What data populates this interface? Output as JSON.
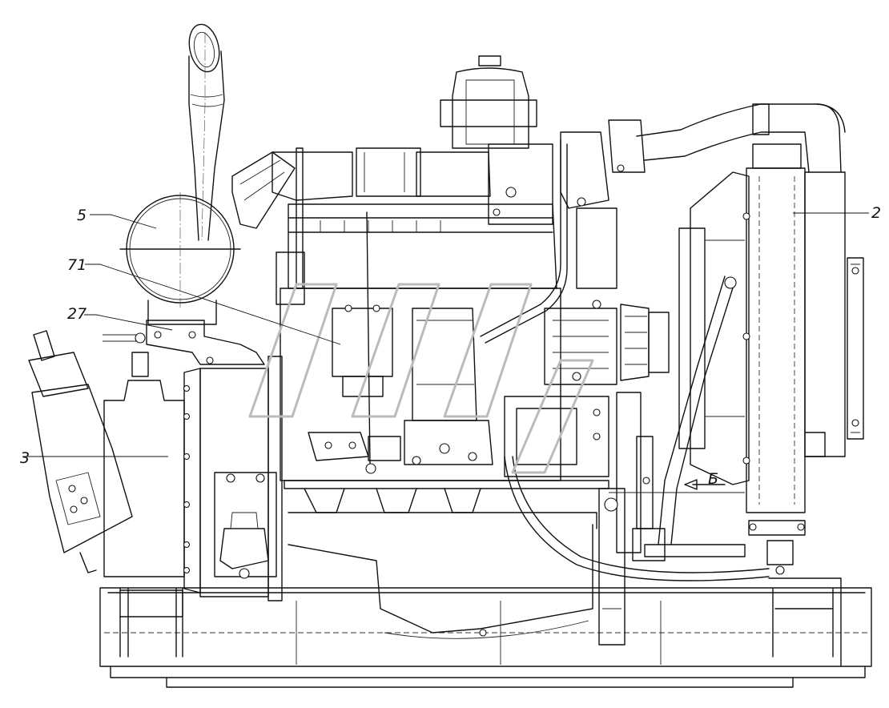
{
  "callouts": {
    "c5": "5",
    "c71": "71",
    "c27": "27",
    "c3": "3",
    "c2": "2",
    "cB": "Б"
  }
}
